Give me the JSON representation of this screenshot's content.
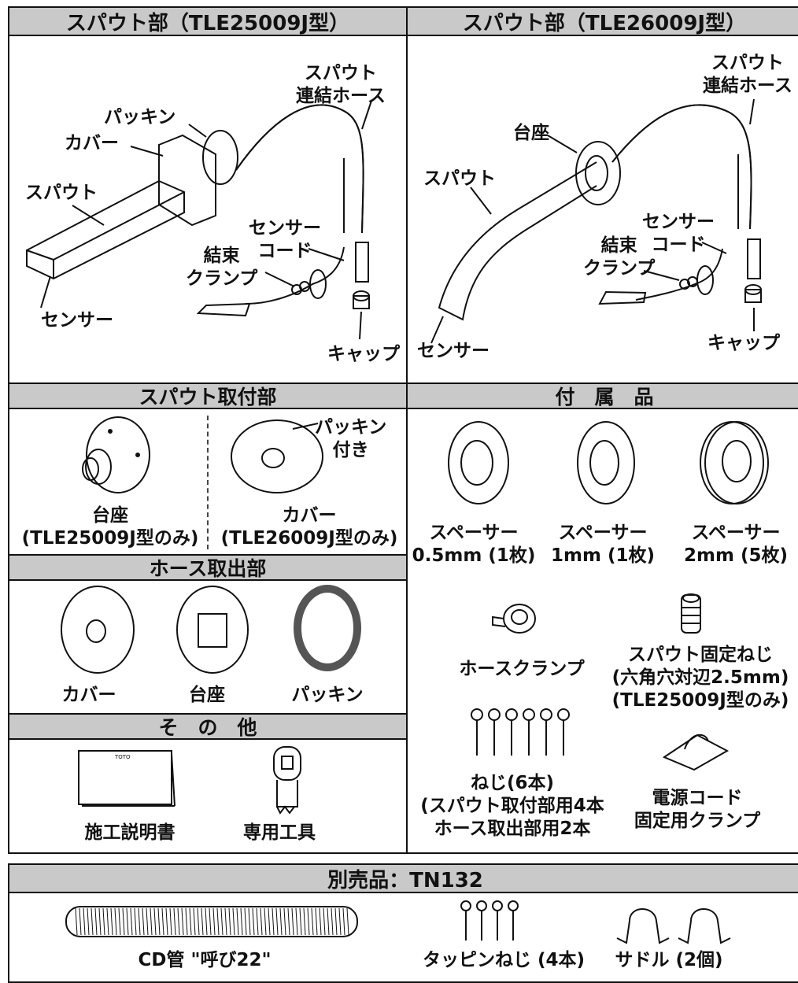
{
  "sections": {
    "spout_a": {
      "title": "スパウト部（TLE25009J型）",
      "labels": {
        "hose": "スパウト\n連結ホース",
        "packing": "パッキン",
        "cover": "カバー",
        "spout": "スパウト",
        "sensor_cord": "センサー\nコード",
        "clamp": "結束\nクランプ",
        "sensor": "センサー",
        "cap": "キャップ"
      }
    },
    "spout_b": {
      "title": "スパウト部（TLE26009J型）",
      "labels": {
        "hose": "スパウト\n連結ホース",
        "base": "台座",
        "spout": "スパウト",
        "sensor_cord": "センサー\nコード",
        "clamp": "結束\nクランプ",
        "sensor": "センサー",
        "cap": "キャップ"
      }
    },
    "mount": {
      "title": "スパウト取付部",
      "base": "台座\n(TLE25009J型のみ)",
      "cover": "カバー\n(TLE26009J型のみ)",
      "packing_note": "パッキン\n付き"
    },
    "hose_out": {
      "title": "ホース取出部",
      "items": [
        "カバー",
        "台座",
        "パッキン"
      ]
    },
    "other": {
      "title": "そ　の　他",
      "items": [
        "施工説明書",
        "専用工具"
      ],
      "manual_mark": "TOTO"
    },
    "accessories": {
      "title": "付　属　品",
      "spacers": [
        "スペーサー\n0.5mm (1枚)",
        "スペーサー\n1mm (1枚)",
        "スペーサー\n2mm (5枚)"
      ],
      "hose_clamp": "ホースクランプ",
      "set_screw": "スパウト固定ねじ\n(六角穴対辺2.5mm)\n(TLE25009J型のみ)",
      "screws": "ねじ(6本)\n(スパウト取付部用4本\nホース取出部用2本",
      "cord_clamp": "電源コード\n固定用クランプ"
    },
    "sold_separately": {
      "title": "別売品：TN132",
      "items": [
        "CD管 \"呼び22\"",
        "タッピンねじ (4本)",
        "サドル (2個)"
      ]
    }
  }
}
